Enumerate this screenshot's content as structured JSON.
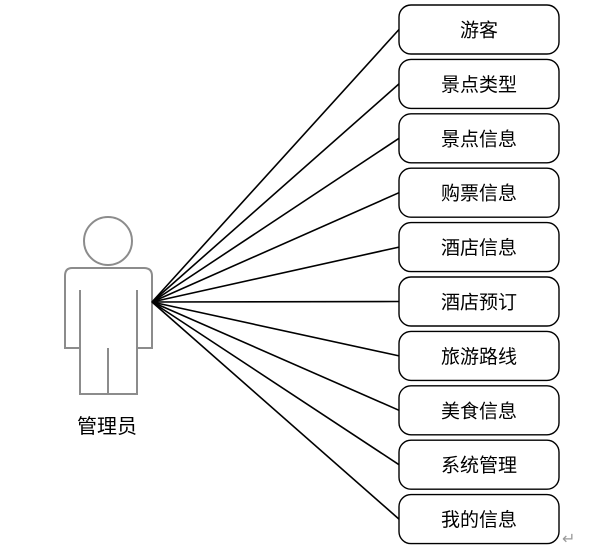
{
  "actor": {
    "label": "管理员"
  },
  "use_cases": [
    {
      "label": "游客"
    },
    {
      "label": "景点类型"
    },
    {
      "label": "景点信息"
    },
    {
      "label": "购票信息"
    },
    {
      "label": "酒店信息"
    },
    {
      "label": "酒店预订"
    },
    {
      "label": "旅游路线"
    },
    {
      "label": "美食信息"
    },
    {
      "label": "系统管理"
    },
    {
      "label": "我的信息"
    }
  ],
  "paragraph_mark": "↵",
  "colors": {
    "actor_outline": "#8c8c8c",
    "box_border": "#000000",
    "line": "#000000",
    "text": "#000000"
  }
}
